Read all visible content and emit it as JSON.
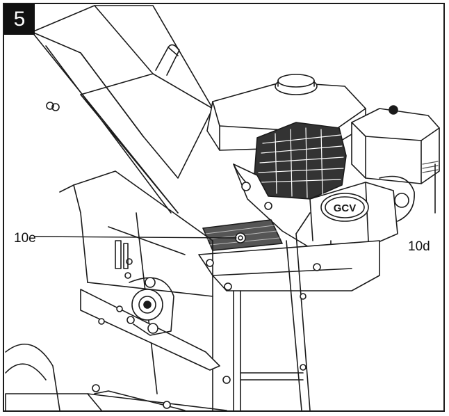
{
  "step": {
    "number": "5"
  },
  "callouts": [
    {
      "id": "10e",
      "label": "10e"
    },
    {
      "id": "10d",
      "label": "10d"
    }
  ],
  "engine": {
    "brand_mark": "GCV"
  },
  "colors": {
    "line": "#1a1a1a",
    "shade": "#555555",
    "background": "#ffffff"
  }
}
